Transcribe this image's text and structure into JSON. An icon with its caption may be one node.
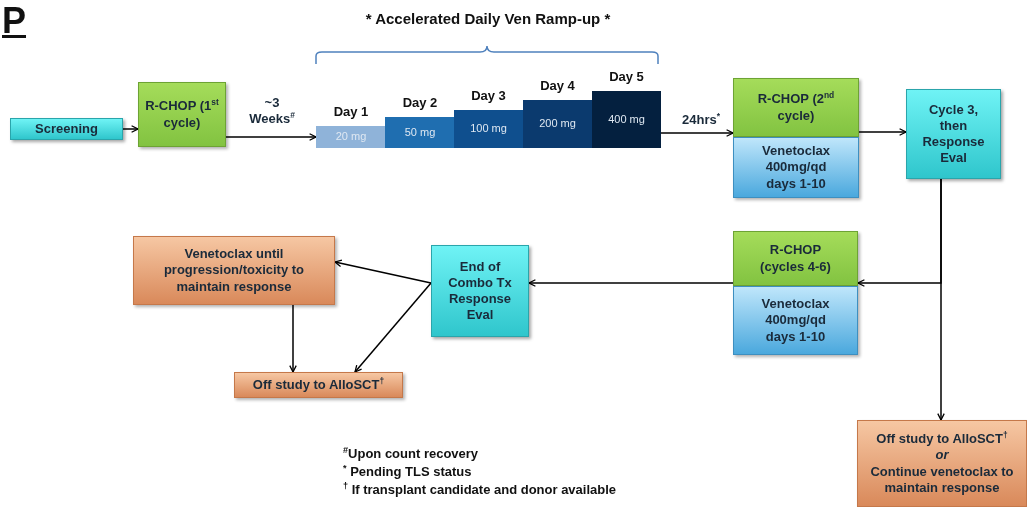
{
  "diagram": {
    "nodes": [
      {
        "text": [
          "Screening"
        ]
      },
      {
        "text": [
          "R-CHOP (1$^{st}$ cycle)"
        ]
      },
      {
        "text": [
          "* Accelerated Daily Ven Ramp-up *"
        ]
      },
      {
        "text": [
          "Day 1",
          "20 mg"
        ],
        "in": 2
      },
      {
        "text": [
          "Day 2",
          "50 mg"
        ],
        "in": 2
      },
      {
        "text": [
          "Day 3",
          "100 mg"
        ],
        "in": 2
      },
      {
        "text": [
          "Day 4",
          "200 mg"
        ],
        "in": 2
      },
      {
        "text": [
          "Day 5",
          "400 mg"
        ],
        "in": 2
      },
      {
        "text": [
          "R-CHOP (2$^{nd}$ cycle)"
        ]
      },
      {
        "text": [
          "Venetoclax 400mg/qd days 1-10"
        ]
      },
      {
        "text": [
          "Cycle 3, then Response Eval"
        ]
      },
      {
        "text": [
          "R-CHOP (cycles 4-6)"
        ]
      },
      {
        "text": [
          "Venetoclax 400mg/qd days 1-10"
        ]
      },
      {
        "text": [
          "End of Combo Tx Response Eval"
        ]
      },
      {
        "text": [
          "Venetoclax until progression/toxicity to maintain response"
        ]
      },
      {
        "text": [
          "Off study to AlloSCT$^{†}$"
        ]
      },
      {
        "text": [
          "Off study to AlloSCT$^{†}$",
          "or",
          "Continue venetoclax to maintain response"
        ]
      }
    ],
    "edges": [
      {
        "from": 0,
        "to": 1,
        "arrow": "to"
      },
      {
        "from": 1,
        "to": 3,
        "arrow": "to",
        "label": "~3 Weeks$^{#}$"
      },
      {
        "from": 7,
        "to": 8,
        "arrow": "to",
        "label": "24hrs$^{*}$"
      },
      {
        "from": 8,
        "to": 10,
        "arrow": "to"
      },
      {
        "from": 10,
        "to": 11,
        "arrow": "to"
      },
      {
        "from": 10,
        "to": 16,
        "arrow": "to"
      },
      {
        "from": 11,
        "to": 13,
        "arrow": "to"
      },
      {
        "from": 13,
        "to": 14,
        "arrow": "to"
      },
      {
        "from": 13,
        "to": 15,
        "arrow": "to"
      },
      {
        "from": 14,
        "to": 15,
        "arrow": "to"
      }
    ],
    "labels": [
      "P",
      "$^{#}$Upon count recovery",
      "$^{*}$ Pending TLS status",
      "$^{†}$ If transplant candidate and donor available"
    ]
  }
}
